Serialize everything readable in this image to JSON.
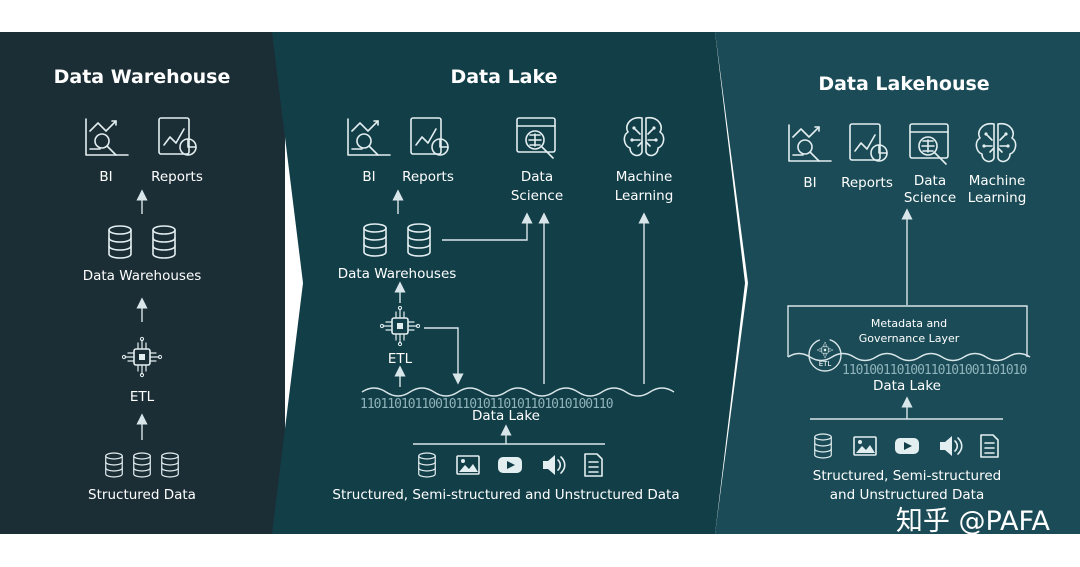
{
  "panels": {
    "warehouse": {
      "title": "Data Warehouse",
      "bi": "BI",
      "reports": "Reports",
      "warehouses": "Data Warehouses",
      "etl": "ETL",
      "source": "Structured Data"
    },
    "lake": {
      "title": "Data Lake",
      "bi": "BI",
      "reports": "Reports",
      "data_science_1": "Data",
      "data_science_2": "Science",
      "ml_1": "Machine",
      "ml_2": "Learning",
      "warehouses": "Data Warehouses",
      "etl": "ETL",
      "bits": "1101101011001011010110101101010100110",
      "lake_label": "Data Lake",
      "source": "Structured, Semi-structured and Unstructured Data"
    },
    "lakehouse": {
      "title": "Data Lakehouse",
      "bi": "BI",
      "reports": "Reports",
      "data_science_1": "Data",
      "data_science_2": "Science",
      "ml_1": "Machine",
      "ml_2": "Learning",
      "meta_1": "Metadata and",
      "meta_2": "Governance Layer",
      "etl": "ETL",
      "bits": "110100110100110101001101010",
      "lake_label": "Data Lake",
      "source_1": "Structured, Semi-structured",
      "source_2": "and Unstructured Data"
    }
  },
  "watermark": "知乎 @PAFA",
  "colors": {
    "panel1": "#1c2e35",
    "panel2": "#123e48",
    "panel3": "#1a4b56",
    "text": "#ffffff",
    "line": "#d9e6e9"
  }
}
